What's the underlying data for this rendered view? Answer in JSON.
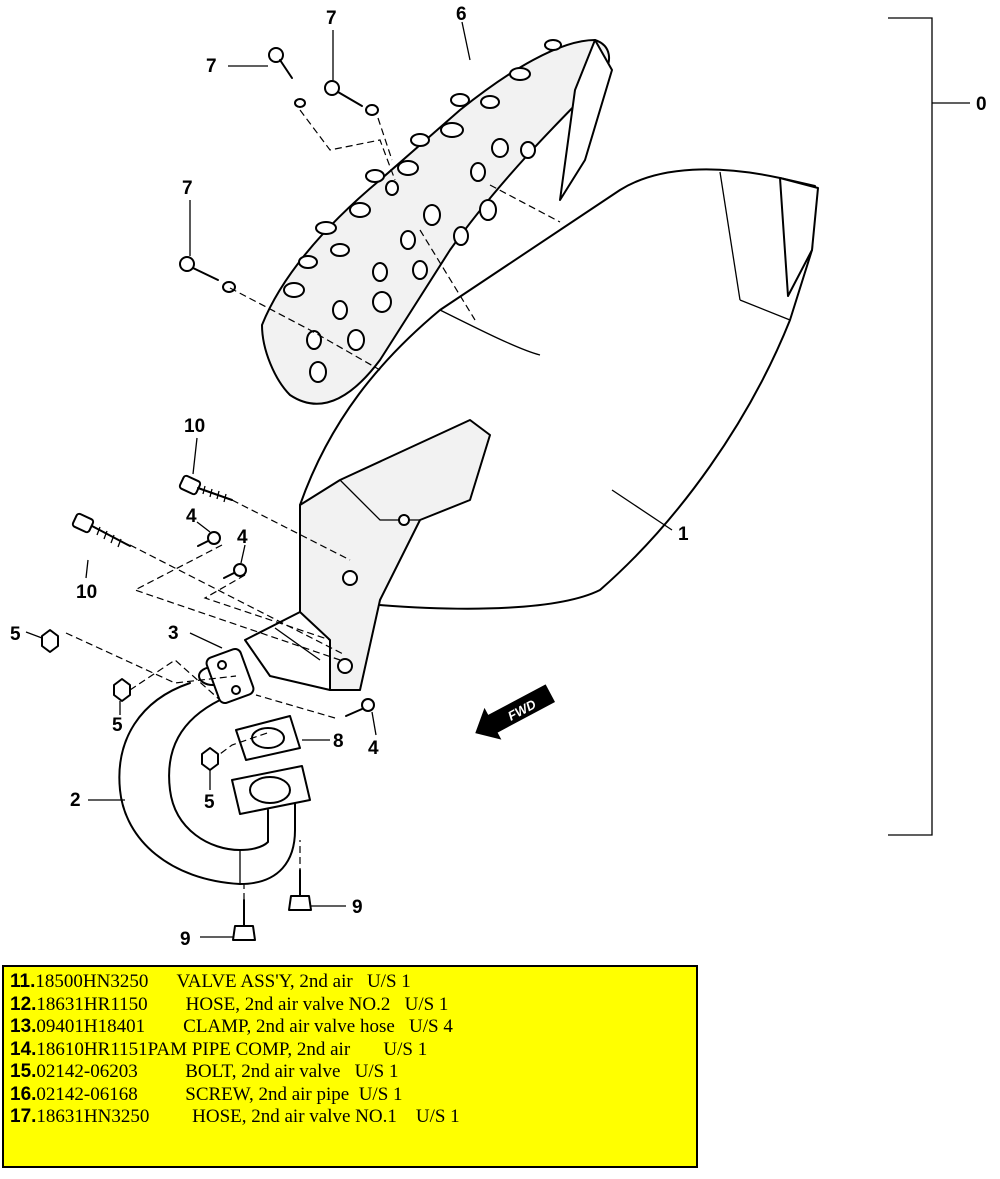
{
  "diagram": {
    "callouts": {
      "c0": "0",
      "c1": "1",
      "c2": "2",
      "c3": "3",
      "c4": "4",
      "c5": "5",
      "c6": "6",
      "c7": "7",
      "c8": "8",
      "c9": "9",
      "c10": "10"
    },
    "fwd_label": "FWD"
  },
  "legend": {
    "rows": [
      {
        "index": "11.",
        "part_no": "18500HN3250",
        "desc": "      VALVE ASS'Y, 2nd air   U/S 1"
      },
      {
        "index": "12.",
        "part_no": "18631HR1150",
        "desc": "        HOSE, 2nd air valve NO.2   U/S 1"
      },
      {
        "index": "13.",
        "part_no": "09401H18401",
        "desc": "        CLAMP, 2nd air valve hose   U/S 4"
      },
      {
        "index": "14.",
        "part_no": "18610HR1151PAM",
        "desc": " PIPE COMP, 2nd air       U/S 1"
      },
      {
        "index": "15.",
        "part_no": "02142-06203",
        "desc": "          BOLT, 2nd air valve   U/S 1"
      },
      {
        "index": "16.",
        "part_no": "02142-06168",
        "desc": "          SCREW, 2nd air pipe  U/S 1"
      },
      {
        "index": "17.",
        "part_no": "18631HN3250",
        "desc": "         HOSE, 2nd air valve NO.1    U/S 1"
      }
    ],
    "background": "#ffff00"
  }
}
